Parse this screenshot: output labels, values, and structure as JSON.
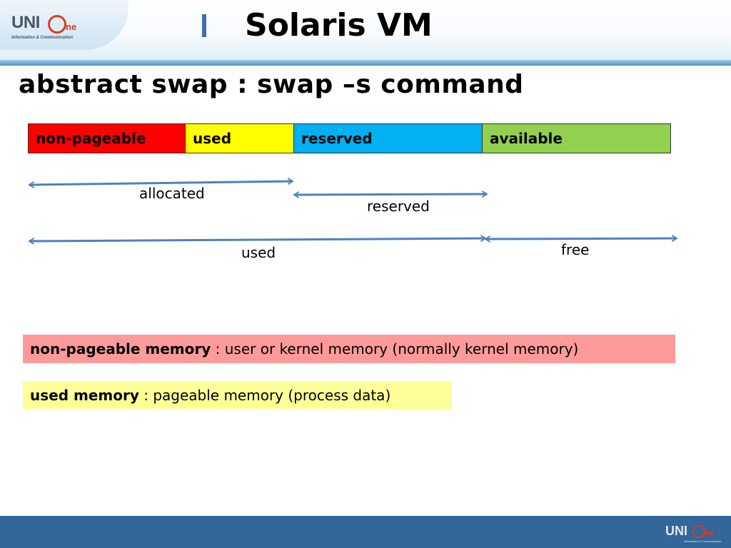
{
  "header": {
    "title": "Solaris VM",
    "logo_text": "UNI",
    "logo_suffix": "ne",
    "logo_tagline": "Information & Communication"
  },
  "subtitle": "abstract swap : swap –s command",
  "swap_bar": {
    "segments": [
      {
        "label": "non-pageable",
        "color": "#ff0000"
      },
      {
        "label": "used",
        "color": "#ffff00"
      },
      {
        "label": "reserved",
        "color": "#00b0f0"
      },
      {
        "label": "available",
        "color": "#92d050"
      }
    ]
  },
  "arrows": {
    "allocated": "allocated",
    "reserved": "reserved",
    "used": "used",
    "free": "free",
    "color": "#4f81bd"
  },
  "definitions": [
    {
      "term": "non-pageable memory",
      "text": ": user or kernel memory (normally kernel memory)",
      "color": "#ff9a9a"
    },
    {
      "term": "used memory",
      "text": ": pageable memory (process data)",
      "color": "#ffff99"
    }
  ],
  "footer": {
    "logo_text": "UNI",
    "logo_suffix": "ne",
    "logo_tagline": "Information & Communication",
    "color": "#336699"
  }
}
